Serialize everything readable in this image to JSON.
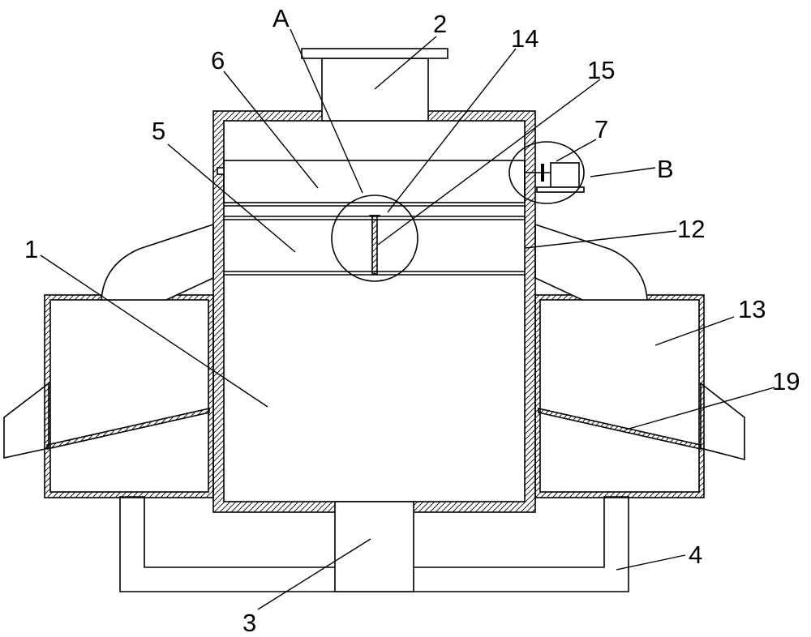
{
  "callouts": {
    "A": "A",
    "n2": "2",
    "n14": "14",
    "n6": "6",
    "n15": "15",
    "n7": "7",
    "n5": "5",
    "B": "B",
    "n12": "12",
    "n1": "1",
    "n13": "13",
    "n19": "19",
    "n4": "4",
    "n3": "3"
  }
}
